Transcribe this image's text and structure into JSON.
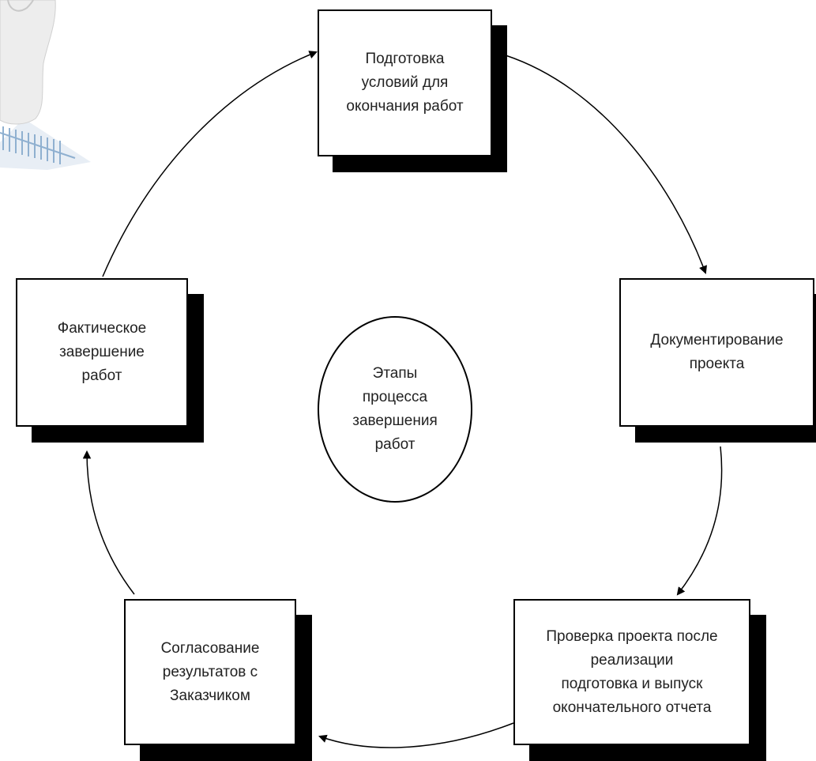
{
  "diagram": {
    "center_label": "Этапы\nпроцесса\nзавершения\nработ",
    "stages": [
      {
        "id": "prep",
        "label": "Подготовка\nусловий для\nокончания работ"
      },
      {
        "id": "docs",
        "label": "Документирование\nпроекта"
      },
      {
        "id": "review",
        "label": "Проверка проекта после\nреализации\nподготовка и выпуск\nокончательного отчета"
      },
      {
        "id": "approve",
        "label": "Согласование\nрезультатов с\nЗаказчиком"
      },
      {
        "id": "actual",
        "label": "Фактическое\nзавершение\nработ"
      }
    ],
    "flow": [
      "prep",
      "docs",
      "review",
      "approve",
      "actual",
      "prep"
    ]
  },
  "colors": {
    "line": "#000000",
    "box_fill": "#ffffff",
    "shadow": "#000000",
    "text": "#222222",
    "figure_skin": "#eeeeee",
    "paper_grid": "#8fb0d0"
  }
}
